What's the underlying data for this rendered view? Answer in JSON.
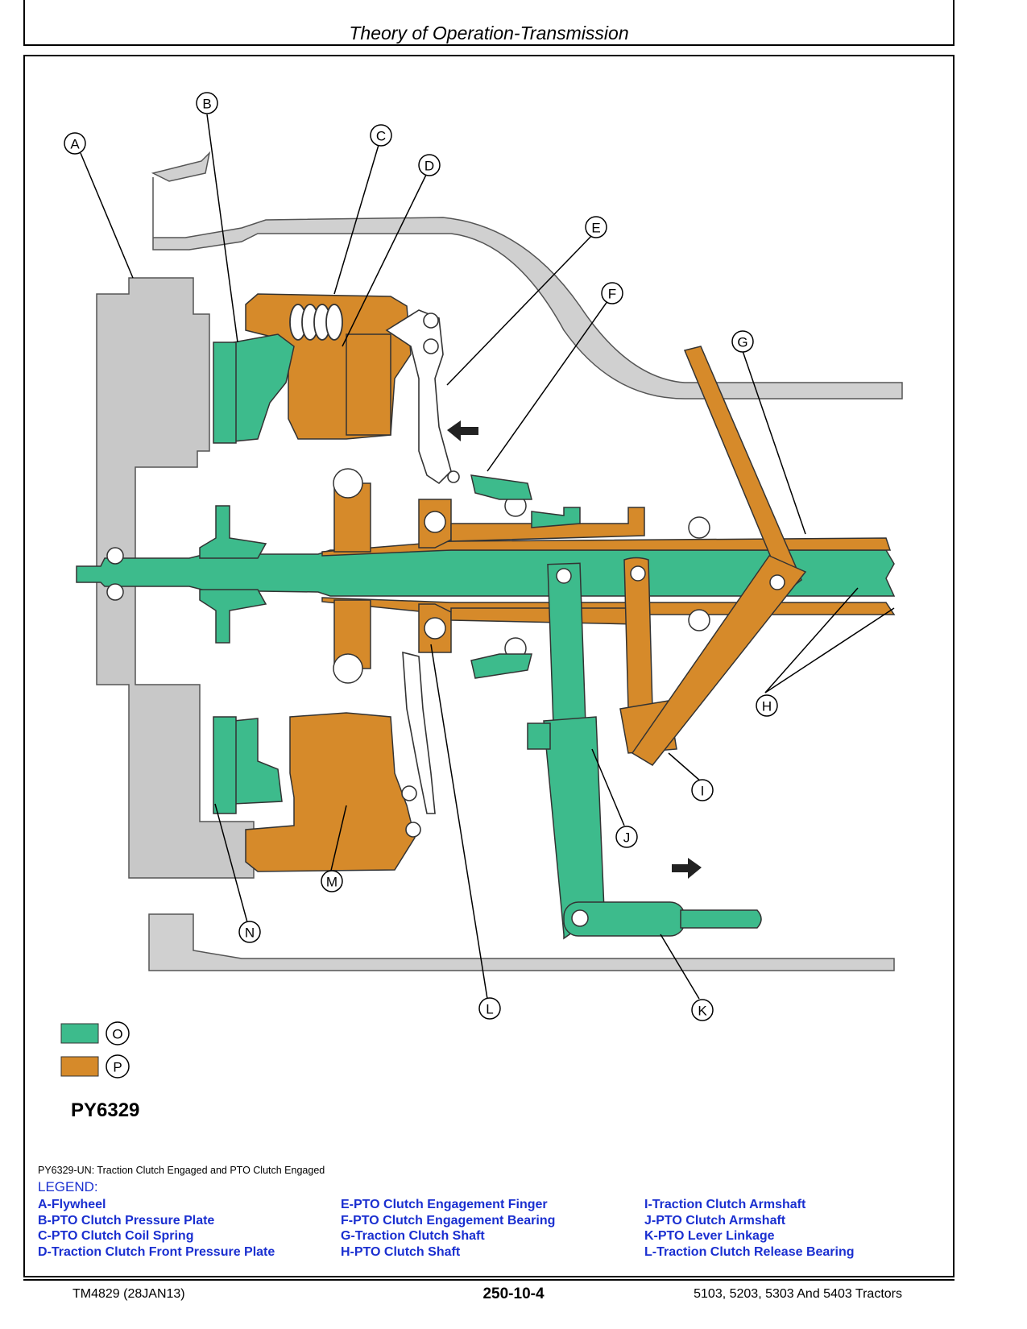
{
  "header": {
    "title": "Theory of Operation-Transmission"
  },
  "figure": {
    "id": "PY6329",
    "caption": "PY6329-UN: Traction Clutch Engaged and PTO Clutch Engaged",
    "callouts": [
      "A",
      "B",
      "C",
      "D",
      "E",
      "F",
      "G",
      "H",
      "I",
      "J",
      "K",
      "L",
      "M",
      "N"
    ],
    "color_key": [
      {
        "label": "O",
        "color": "#3dbb8c"
      },
      {
        "label": "P",
        "color": "#d68a2a"
      }
    ]
  },
  "colors": {
    "green": "#3dbb8c",
    "orange": "#d68a2a",
    "gray": "#c8c8c8",
    "legend_blue": "#1a2fd0"
  },
  "legend": {
    "title": "LEGEND:",
    "col1": [
      "A-Flywheel",
      "B-PTO Clutch Pressure Plate",
      "C-PTO Clutch Coil Spring",
      "D-Traction Clutch Front Pressure Plate"
    ],
    "col2": [
      "E-PTO Clutch Engagement Finger",
      "F-PTO Clutch Engagement Bearing",
      "G-Traction Clutch Shaft",
      "H-PTO Clutch Shaft"
    ],
    "col3": [
      "I-Traction Clutch Armshaft",
      "J-PTO Clutch Armshaft",
      "K-PTO Lever Linkage",
      "L-Traction Clutch Release Bearing"
    ]
  },
  "footer": {
    "left": "TM4829 (28JAN13)",
    "center": "250-10-4",
    "right": "5103, 5203, 5303 And 5403 Tractors"
  }
}
